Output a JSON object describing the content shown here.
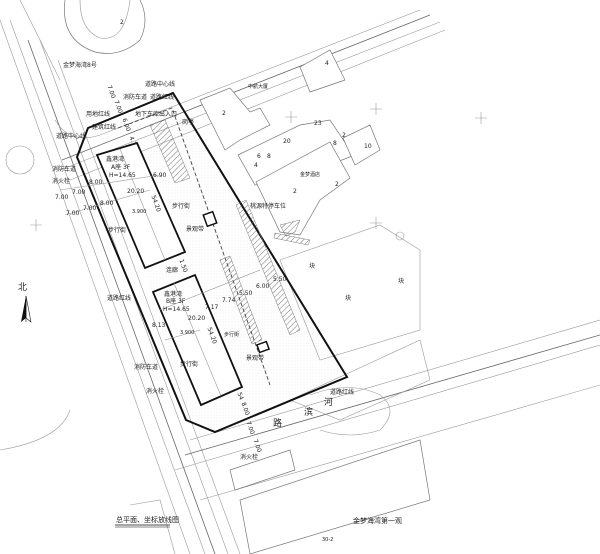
{
  "title": "总平面、坐标放线图",
  "north_label": "北",
  "neighbors": {
    "jinmeng8": "金梦海湾8号",
    "jinmeng1": "金梦海湾第一观",
    "lot_code": "30-2",
    "zhongxin": "中航大厦",
    "hotel": "金梦酒店",
    "temp_parking": "桃源特停车位",
    "floors": [
      "2",
      "4",
      "2",
      "20",
      "23",
      "6",
      "8",
      "4",
      "8",
      "2",
      "10",
      "2",
      "2",
      "块",
      "块",
      "块"
    ]
  },
  "road_labels": {
    "road_center_1": "道路中心线",
    "road_red_1": "道路红线",
    "fire_lane_top": "消防车道",
    "land_red": "用地红线",
    "building_red": "建筑红线",
    "road_center_2": "道路中心线",
    "underground_entry": "地下车库出入口",
    "guard": "岗亭",
    "fire_lane_left": "消防车道",
    "hydrant_left": "消火栓",
    "road_red_left": "道路红线",
    "fire_lane_bottom": "消防车道",
    "hydrant_bottom_left": "消火栓",
    "road_red_bottom": "道路红线",
    "binhe_road": [
      "滨",
      "河",
      "路"
    ],
    "hydrant_bottom": "消火栓"
  },
  "buildings": {
    "a": {
      "name": "鑫港湾",
      "floors": "A座 3F",
      "height": "H=14.65",
      "elev": "3.900",
      "width": "20.20",
      "length": "54.20",
      "walk": "步行街"
    },
    "b": {
      "name": "鑫港湾",
      "floors": "B座 3F",
      "height": "H=14.65",
      "elev": "3.900",
      "width": "20.20",
      "length": "54.20",
      "walk": "步行街"
    }
  },
  "site_labels": {
    "walkway_a": "步行街",
    "corridor": "连廊",
    "viewing_a": "景观带",
    "viewing_b": "景观带",
    "walkway_b": "步行街"
  },
  "dimensions": {
    "left_a": [
      "7.00",
      "7.00",
      "8.00"
    ],
    "left_a2": [
      "7.00",
      "7.00",
      "8.00"
    ],
    "top_stack": [
      "7.00",
      "7.00",
      "6.00",
      "4.7"
    ],
    "a_right": "6.90",
    "mid_stack": "1.50",
    "b_row": [
      "7.17",
      "7.74",
      "5.50",
      "6.00",
      "5.50"
    ],
    "b_left": "8.13",
    "bottom_stack": [
      "54",
      "8.00",
      "7.00",
      "7.00"
    ]
  }
}
